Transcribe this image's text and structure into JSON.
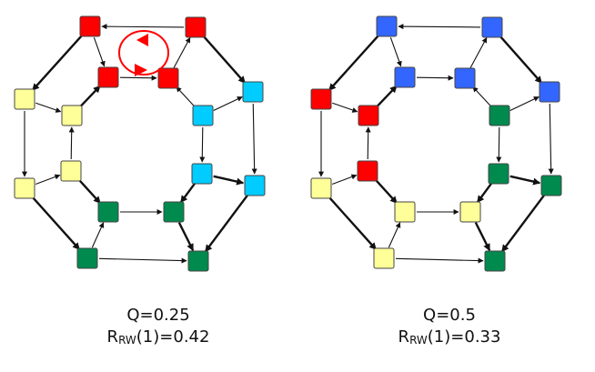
{
  "colors": {
    "red": "#ff0000",
    "yellow": "#ffff99",
    "cyan": "#00ccff",
    "green": "#008a4e",
    "blue": "#3366ff",
    "cycle_annotation": "#ff0000"
  },
  "panels": [
    {
      "id": "left",
      "q_label": "Q=0.25",
      "r_label_base": "R",
      "r_label_sub": "RW",
      "r_label_rest": "(1)=0.42",
      "node_colors": {
        "o1": "red",
        "o2": "red",
        "i1": "red",
        "i2": "red",
        "o3": "cyan",
        "o4": "cyan",
        "i3": "cyan",
        "i4": "cyan",
        "o5": "green",
        "o6": "green",
        "i5": "green",
        "i6": "green",
        "o7": "yellow",
        "o8": "yellow",
        "i7": "yellow",
        "i8": "yellow"
      },
      "show_cycle_annotation": true
    },
    {
      "id": "right",
      "q_label": "Q=0.5",
      "r_label_base": "R",
      "r_label_sub": "RW",
      "r_label_rest": "(1)=0.33",
      "node_colors": {
        "o1": "blue",
        "o2": "blue",
        "o3": "blue",
        "i1": "blue",
        "i2": "blue",
        "o4": "green",
        "o5": "green",
        "i3": "green",
        "i4": "green",
        "o6": "yellow",
        "o7": "yellow",
        "i5": "yellow",
        "i6": "yellow",
        "o8": "red",
        "i7": "red",
        "i8": "red"
      },
      "show_cycle_annotation": false
    }
  ],
  "edges": [
    {
      "from": "o2",
      "to": "o1",
      "bold": false
    },
    {
      "from": "o2",
      "to": "o3",
      "bold": true
    },
    {
      "from": "o3",
      "to": "o4",
      "bold": false
    },
    {
      "from": "o4",
      "to": "o5",
      "bold": true
    },
    {
      "from": "o6",
      "to": "o5",
      "bold": false
    },
    {
      "from": "o7",
      "to": "o6",
      "bold": true
    },
    {
      "from": "o8",
      "to": "o7",
      "bold": false
    },
    {
      "from": "o1",
      "to": "o8",
      "bold": true
    },
    {
      "from": "i1",
      "to": "i2",
      "bold": false
    },
    {
      "from": "i3",
      "to": "i2",
      "bold": false
    },
    {
      "from": "i3",
      "to": "i4",
      "bold": false
    },
    {
      "from": "i4",
      "to": "i5",
      "bold": true
    },
    {
      "from": "i6",
      "to": "i5",
      "bold": false
    },
    {
      "from": "i7",
      "to": "i6",
      "bold": true
    },
    {
      "from": "i7",
      "to": "i8",
      "bold": false
    },
    {
      "from": "i8",
      "to": "i1",
      "bold": true
    },
    {
      "from": "o1",
      "to": "i1",
      "bold": false
    },
    {
      "from": "i2",
      "to": "o2",
      "bold": false
    },
    {
      "from": "i3",
      "to": "o3",
      "bold": false
    },
    {
      "from": "i4",
      "to": "o4",
      "bold": true
    },
    {
      "from": "i5",
      "to": "o5",
      "bold": true
    },
    {
      "from": "o6",
      "to": "i6",
      "bold": false
    },
    {
      "from": "o7",
      "to": "i7",
      "bold": false
    },
    {
      "from": "o8",
      "to": "i8",
      "bold": false
    }
  ]
}
